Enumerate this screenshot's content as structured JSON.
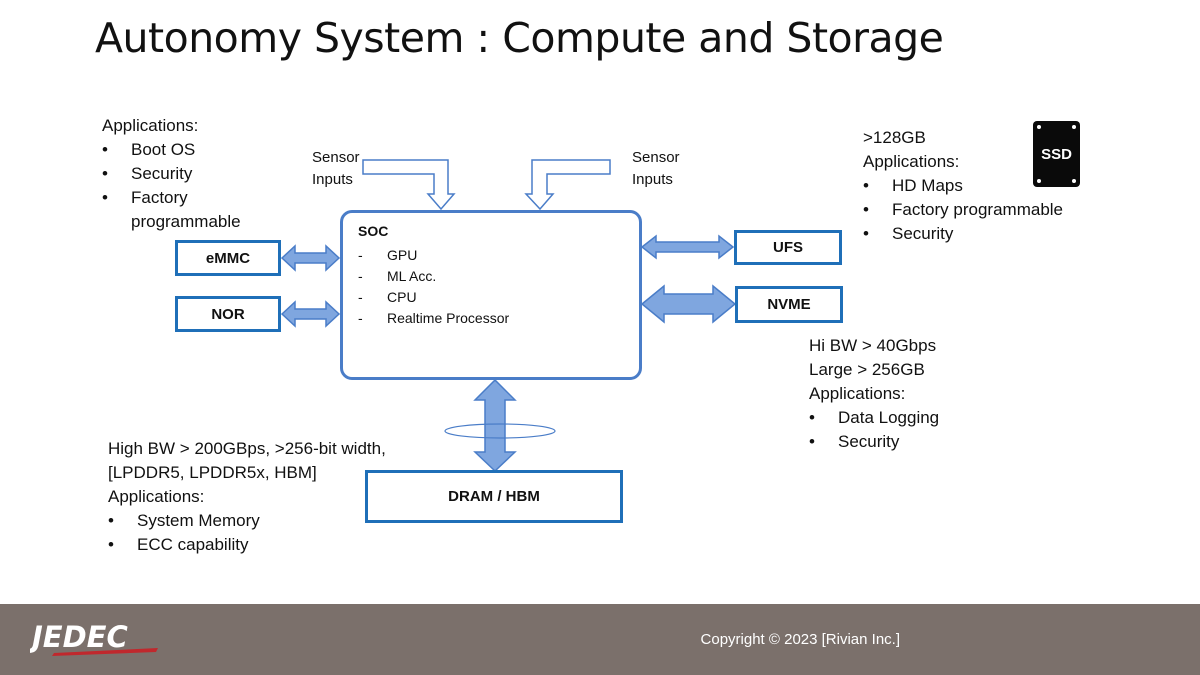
{
  "title": "Autonomy System :  Compute and Storage",
  "boot_storage": {
    "heading": "Applications:",
    "items": [
      "Boot OS",
      "Security",
      "Factory",
      "programmable"
    ]
  },
  "sensor_left": {
    "line1": "Sensor",
    "line2": "Inputs"
  },
  "sensor_right": {
    "line1": "Sensor",
    "line2": "Inputs"
  },
  "soc": {
    "title": "SOC",
    "items": [
      "GPU",
      "ML Acc.",
      "CPU",
      "Realtime Processor"
    ]
  },
  "boxes": {
    "emmc": "eMMC",
    "nor": "NOR",
    "ufs": "UFS",
    "nvme": "NVME",
    "dram": "DRAM / HBM"
  },
  "ufs_info": {
    "capacity": ">128GB",
    "heading": "Applications:",
    "items": [
      "HD Maps",
      "Factory programmable",
      "Security"
    ]
  },
  "ssd_icon": {
    "label": "SSD",
    "icon": "ssd-icon"
  },
  "nvme_info": {
    "bandwidth": "Hi BW  > 40Gbps",
    "capacity": "Large > 256GB",
    "heading": "Applications:",
    "items": [
      "Data Logging",
      "Security"
    ]
  },
  "dram_info": {
    "bandwidth": "High BW  > 200GBps, >256-bit width,",
    "types": "[LPDDR5, LPDDR5x, HBM]",
    "heading": "Applications:",
    "items": [
      "System Memory",
      "ECC capability"
    ]
  },
  "footer": {
    "logo": "JEDEC",
    "copyright": "Copyright © 2023 [Rivian Inc.]"
  },
  "colors": {
    "box_border": "#1f6fb8",
    "arrow_fill": "#7fa6df",
    "arrow_stroke": "#4a7dc8",
    "footer_bg": "#7b706b",
    "logo_red": "#c0282d"
  }
}
